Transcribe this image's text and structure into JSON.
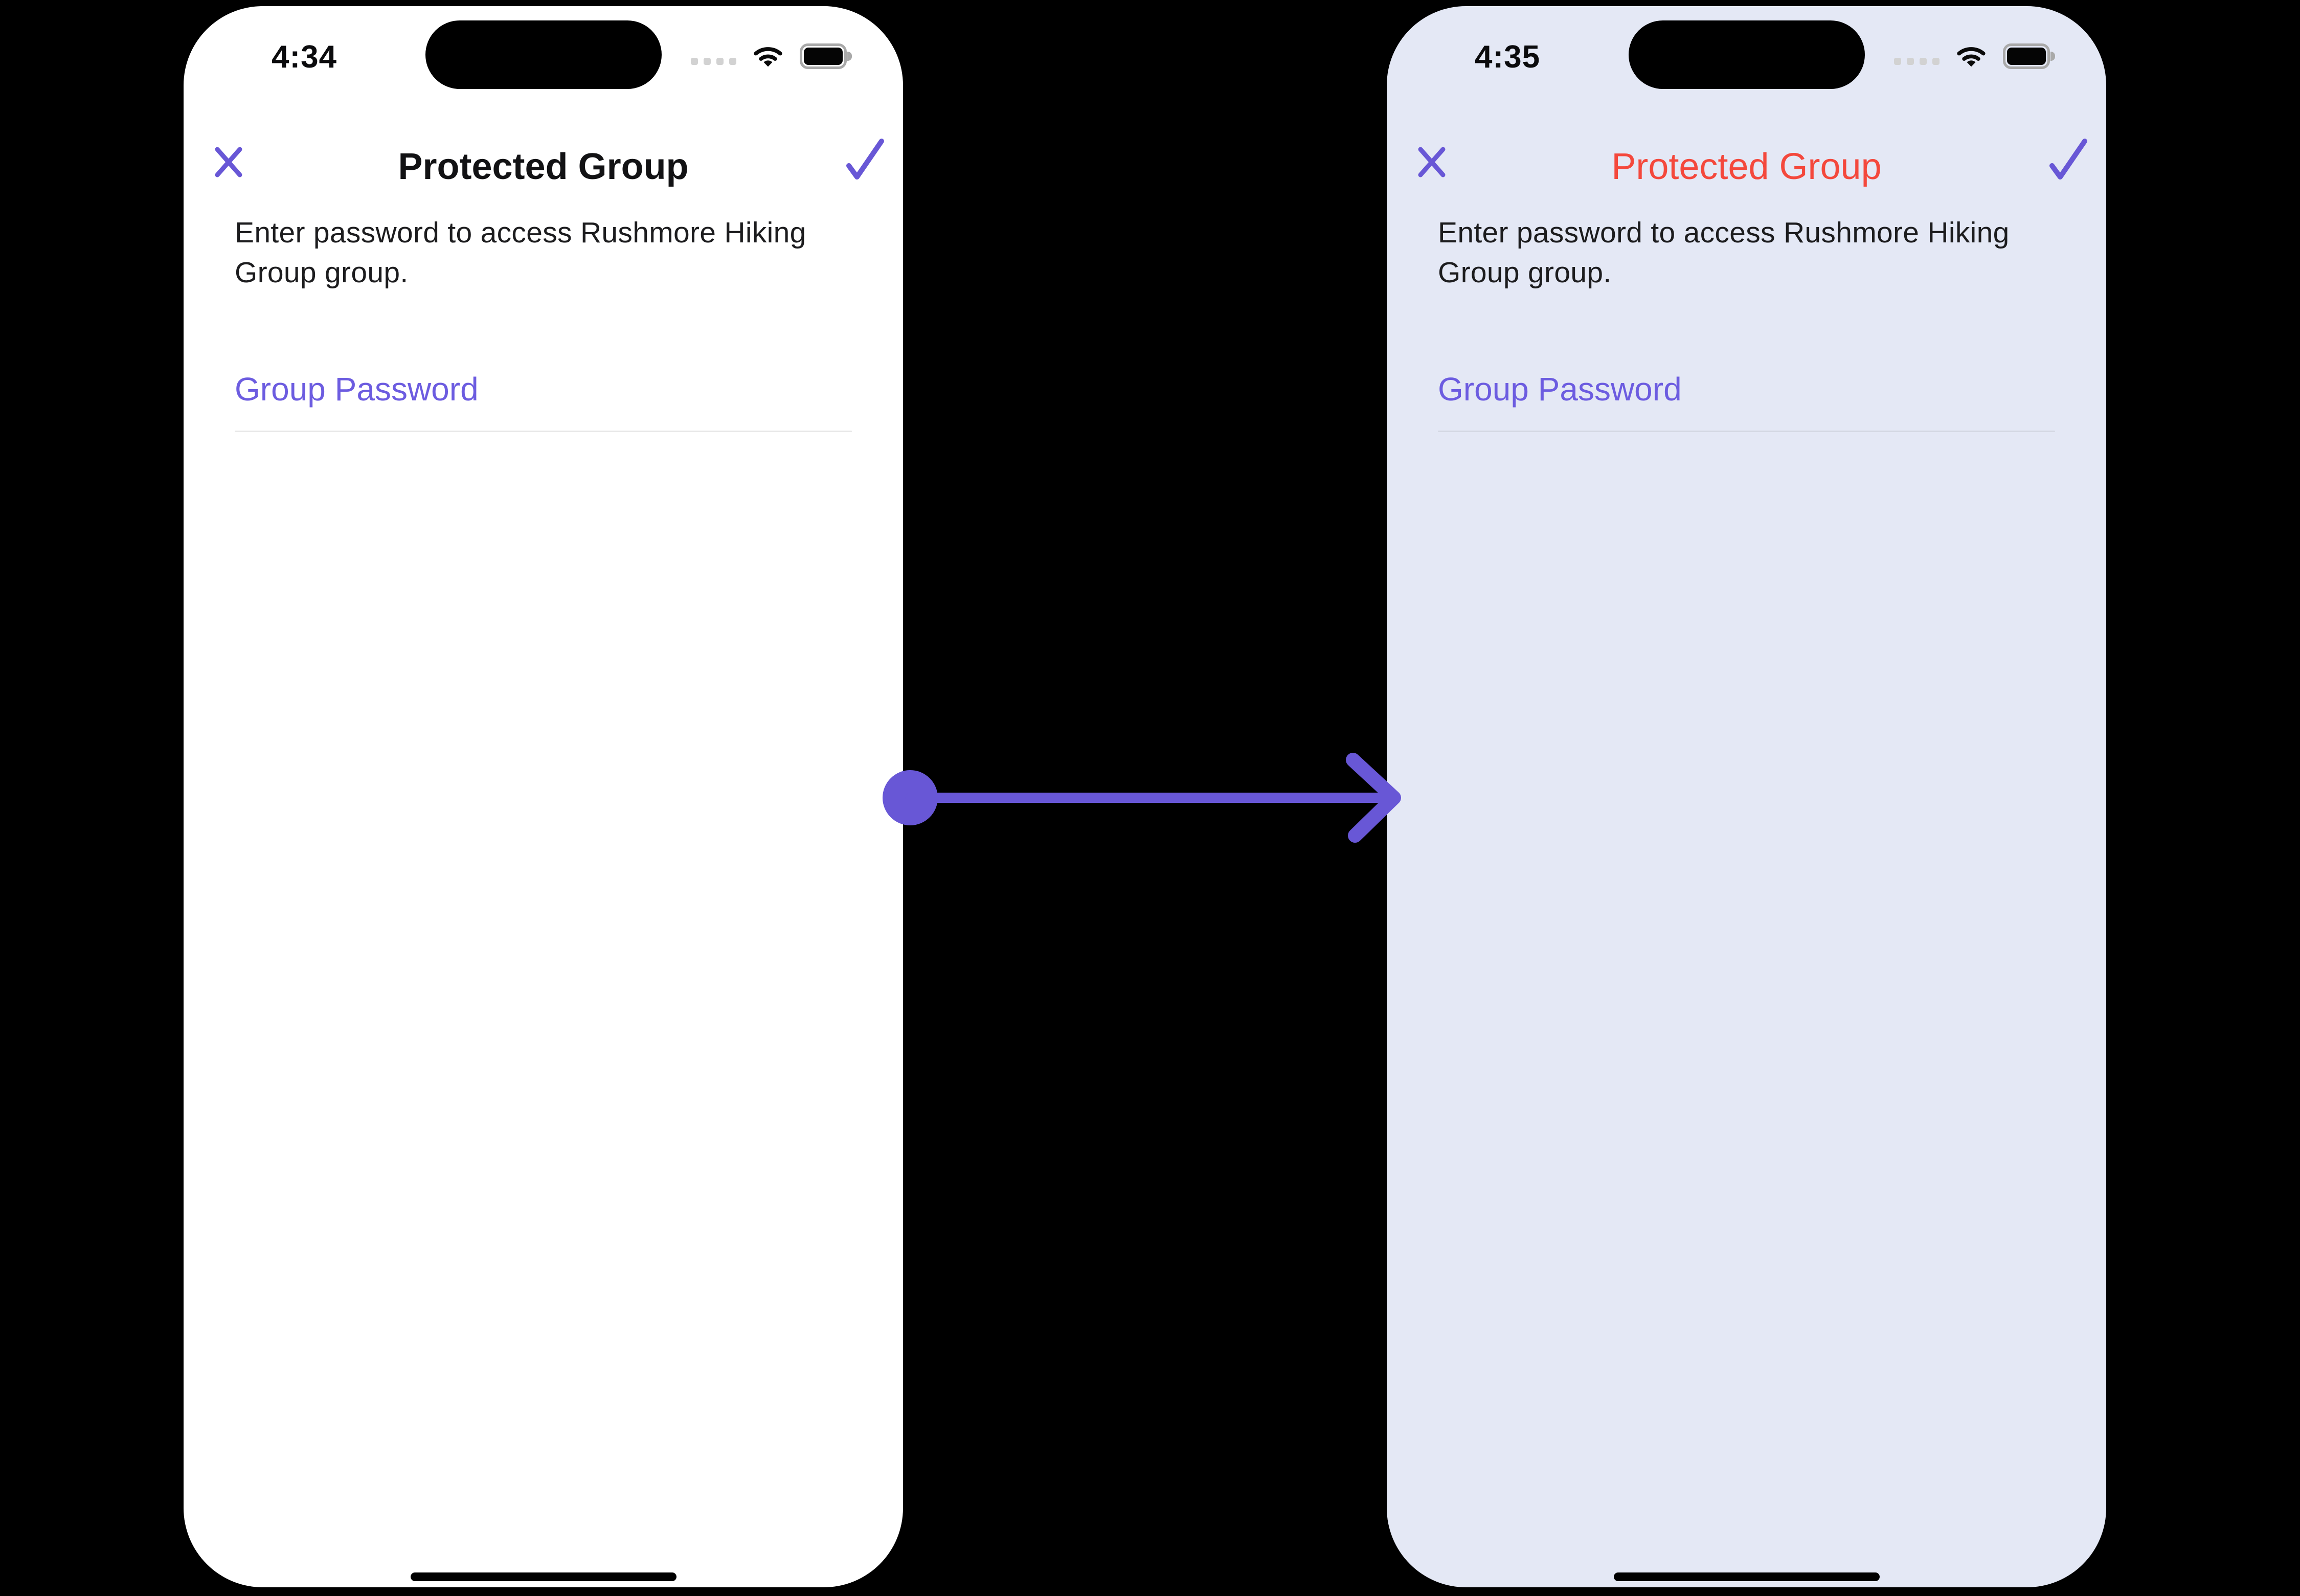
{
  "colors": {
    "page_bg": "#000000",
    "accent_purple": "#6857D6",
    "label_purple": "#6C5CE0",
    "title_black": "#121214",
    "title_red": "#F4483C",
    "body_text": "#1C1C1E",
    "phone_left_bg": "#FFFFFF",
    "phone_right_bg": "#E4E8F5",
    "divider_left": "#E8E8E8",
    "divider_right": "#D4D8E3"
  },
  "icons": {
    "close": "x-icon",
    "confirm": "checkmark-icon",
    "status": [
      "cellular-dots-icon",
      "wifi-icon",
      "battery-icon"
    ],
    "between_phones": "arrow-right-icon"
  },
  "phones": [
    {
      "state": "before",
      "status": {
        "time": "4:34"
      },
      "nav": {
        "title": "Protected Group"
      },
      "description": "Enter password to access Rushmore Hiking Group group.",
      "field": {
        "label": "Group Password",
        "value": "",
        "type": "password"
      }
    },
    {
      "state": "after-error",
      "status": {
        "time": "4:35"
      },
      "nav": {
        "title": "Protected Group"
      },
      "description": "Enter password to access Rushmore Hiking Group group.",
      "field": {
        "label": "Group Password",
        "value": "",
        "type": "password"
      }
    }
  ]
}
